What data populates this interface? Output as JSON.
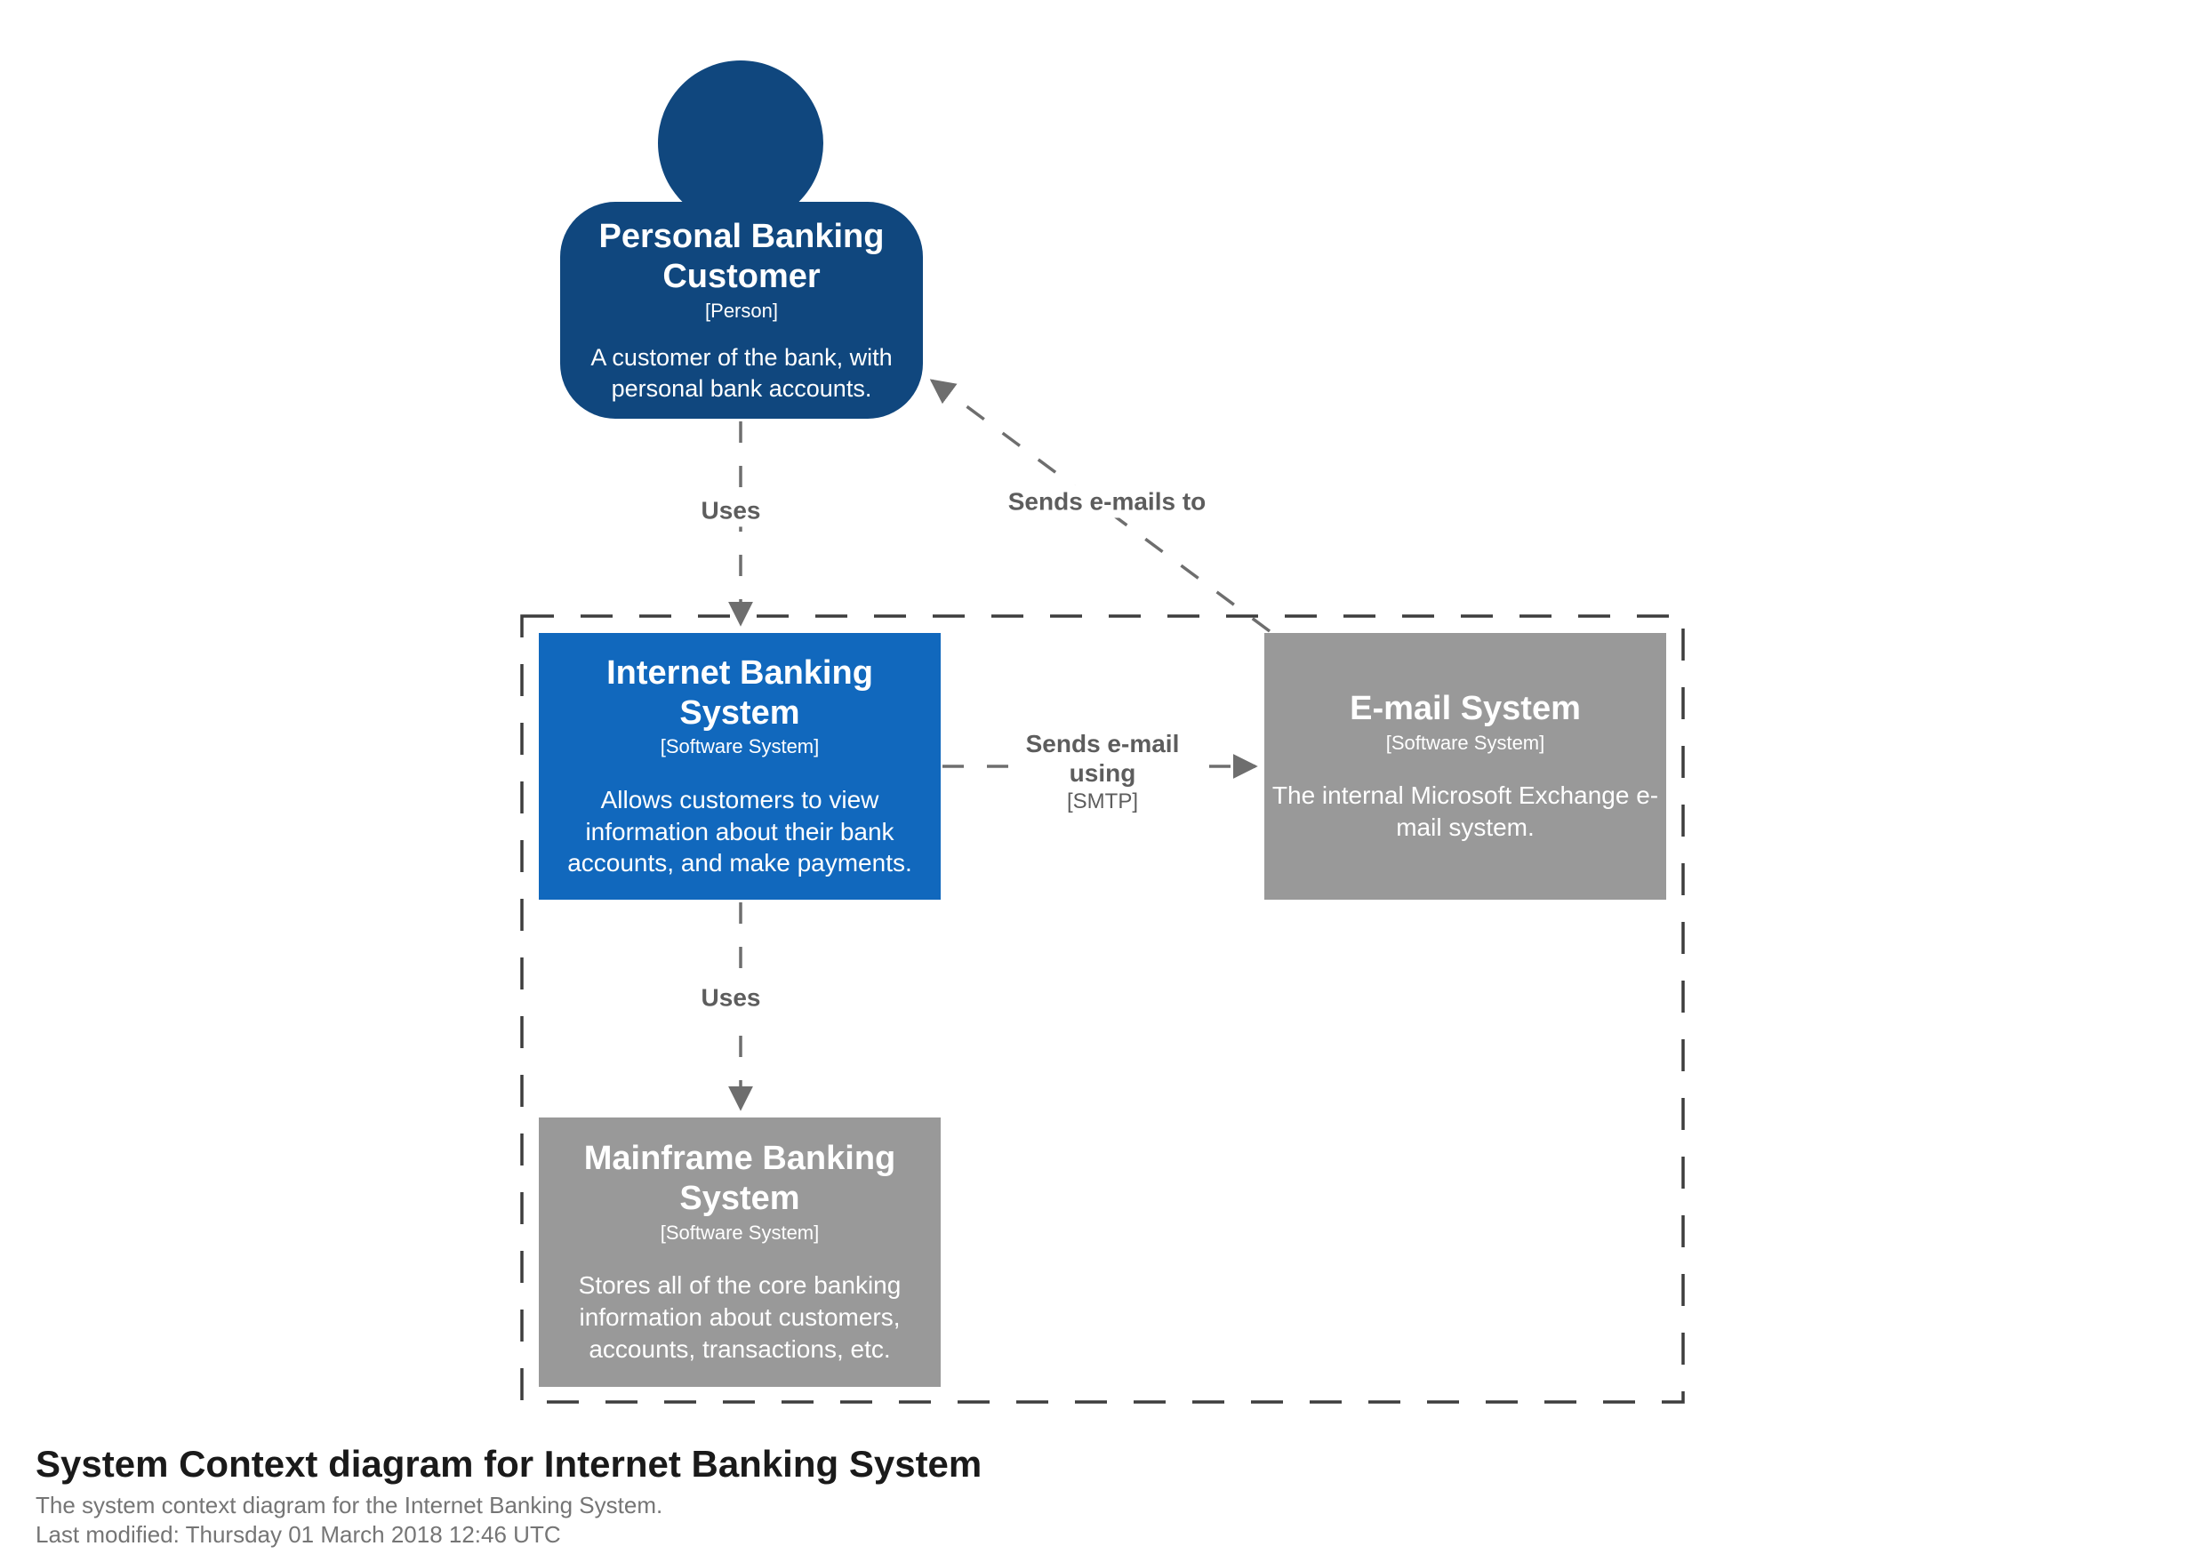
{
  "diagram": {
    "elements": {
      "person": {
        "name": "Personal Banking Customer",
        "meta": "[Person]",
        "description": "A customer of the bank, with personal bank accounts.",
        "color": "#10477e"
      },
      "internet_banking": {
        "name": "Internet Banking System",
        "meta": "[Software System]",
        "description": "Allows customers to view information about their bank accounts, and make payments.",
        "color": "#1168bd"
      },
      "email": {
        "name": "E-mail System",
        "meta": "[Software System]",
        "description": "The internal Microsoft Exchange e-mail system.",
        "color": "#999999"
      },
      "mainframe": {
        "name": "Mainframe Banking System",
        "meta": "[Software System]",
        "description": "Stores all of the core banking information about customers, accounts, transactions, etc.",
        "color": "#999999"
      }
    },
    "relationships": {
      "person_uses_ibs": {
        "label": "Uses"
      },
      "email_sends_to_person": {
        "label": "Sends e-mails to"
      },
      "ibs_sends_email": {
        "label": "Sends e-mail using",
        "technology": "[SMTP]"
      },
      "ibs_uses_mainframe": {
        "label": "Uses"
      }
    },
    "line_color": "#6e6e6e",
    "boundary_color": "#3d3d3d"
  },
  "footer": {
    "title": "System Context diagram for Internet Banking System",
    "subtitle": "The system context diagram for the Internet Banking System.",
    "last_modified": "Last modified: Thursday 01 March 2018 12:46 UTC"
  }
}
